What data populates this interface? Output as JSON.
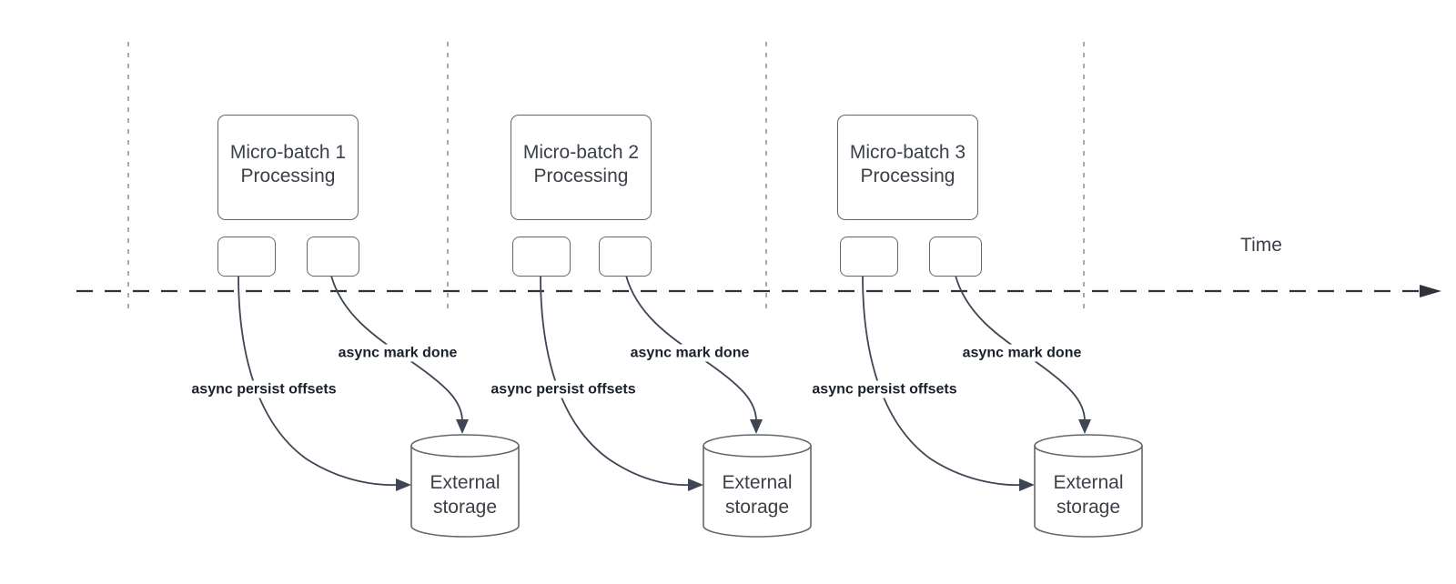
{
  "colors": {
    "background": "#ffffff",
    "guide": "#a9a9a9",
    "axis": "#2d323b",
    "arrow": "#3e4553",
    "border": "#63676e",
    "text": "#3b4049",
    "label": "#1a202c"
  },
  "timeline": {
    "label": "Time"
  },
  "batches": [
    {
      "title": "Micro-batch 1",
      "subtitle": "Processing",
      "persist_label": "async persist offsets",
      "mark_done_label": "async mark done",
      "storage": {
        "line1": "External",
        "line2": "storage"
      }
    },
    {
      "title": "Micro-batch 2",
      "subtitle": "Processing",
      "persist_label": "async persist offsets",
      "mark_done_label": "async mark done",
      "storage": {
        "line1": "External",
        "line2": "storage"
      }
    },
    {
      "title": "Micro-batch 3",
      "subtitle": "Processing",
      "persist_label": "async persist offsets",
      "mark_done_label": "async mark done",
      "storage": {
        "line1": "External",
        "line2": "storage"
      }
    }
  ]
}
